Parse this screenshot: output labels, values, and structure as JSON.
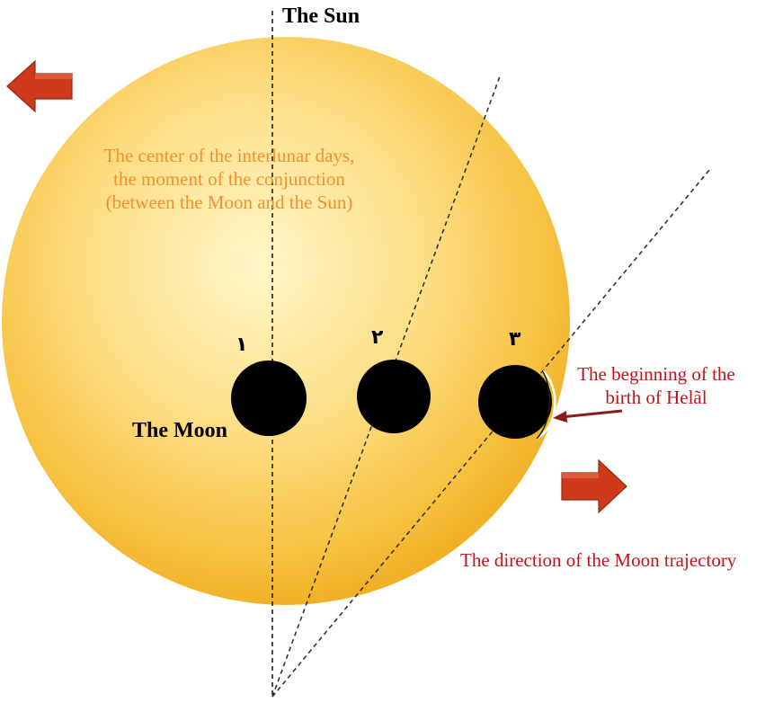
{
  "labels": {
    "sun": "The Sun",
    "moon": "The Moon",
    "conjunction": "The center of the interlunar days, the moment of the conjunction (between the Moon and the Sun)",
    "birth": "The beginning of the birth of Helãl",
    "direction": "The direction of the Moon trajectory"
  },
  "moon_positions": [
    "١",
    "٢",
    "٣"
  ],
  "colors": {
    "sun_center": "#fff6c8",
    "sun_edge": "#f3b62a",
    "moon": "#000000",
    "arrow_fill": "#cf3b1a",
    "conjunction_text": "#f2922f",
    "annotation_text": "#c0141c",
    "pointer_arrow": "#8b1a1a"
  },
  "icons": {
    "left_arrow": "left-arrow-icon",
    "right_arrow": "right-arrow-icon"
  }
}
